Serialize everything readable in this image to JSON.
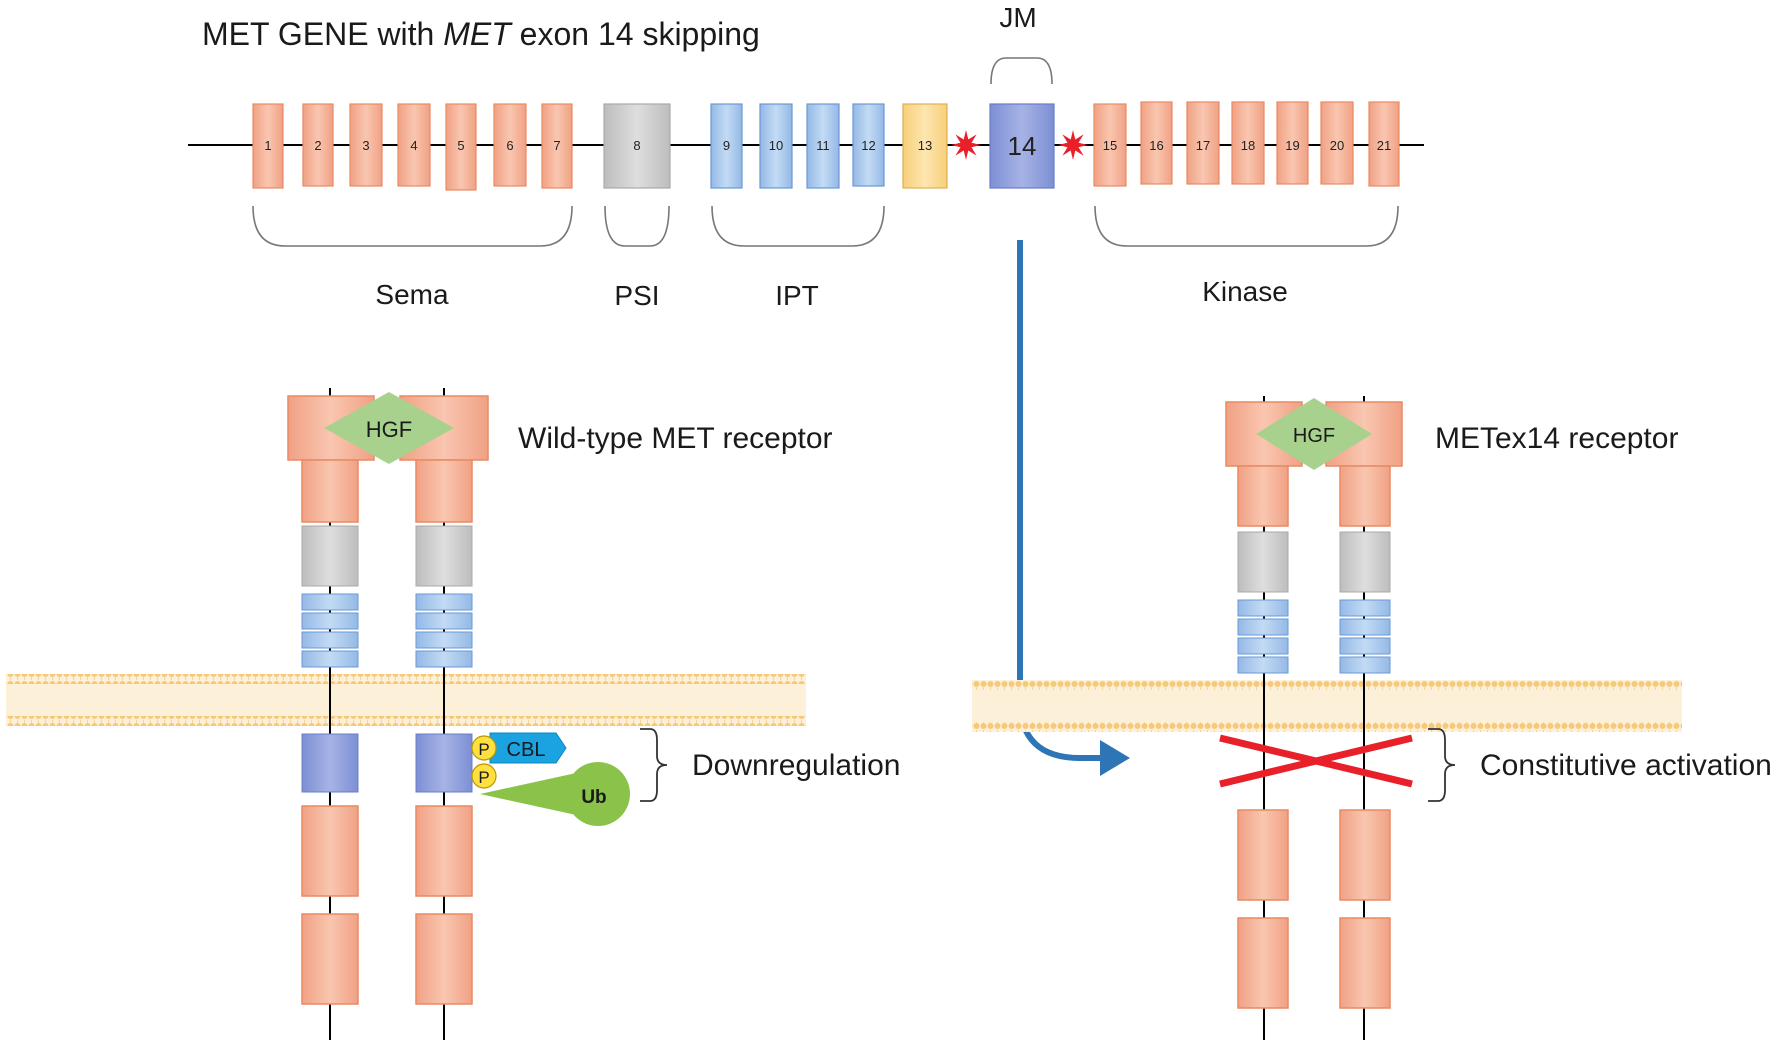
{
  "title": {
    "prefix": "MET GENE with ",
    "italic": "MET",
    "suffix": " exon 14 skipping"
  },
  "exons": [
    "1",
    "2",
    "3",
    "4",
    "5",
    "6",
    "7",
    "8",
    "9",
    "10",
    "11",
    "12",
    "13",
    "14",
    "15",
    "16",
    "17",
    "18",
    "19",
    "20",
    "21"
  ],
  "domains": {
    "sema": "Sema",
    "psi": "PSI",
    "ipt": "IPT",
    "jm": "JM",
    "kinase": "Kinase"
  },
  "wild_type": {
    "ligand": "HGF",
    "label": "Wild-type MET receptor",
    "phospho": "P",
    "cbl": "CBL",
    "ubiquitin": "Ub",
    "outcome": "Downregulation"
  },
  "metex14": {
    "ligand": "HGF",
    "label": "METex14 receptor",
    "outcome": "Constitutive activation"
  },
  "colors": {
    "sema_kinase": "#f4b49a",
    "sema_kinase_stroke": "#e98a63",
    "psi": "#cccccc",
    "ipt": "#a8c8ec",
    "exon13": "#fcd98c",
    "jm": "#8e9ddb",
    "hgf": "#a9d18e",
    "star": "#e8202a",
    "arrow": "#2e75b6",
    "membrane": "#fbd9a0",
    "cross": "#e8202a",
    "phospho": "#ffe040",
    "cbl": "#1aa3e0",
    "ub": "#8bc34a"
  }
}
